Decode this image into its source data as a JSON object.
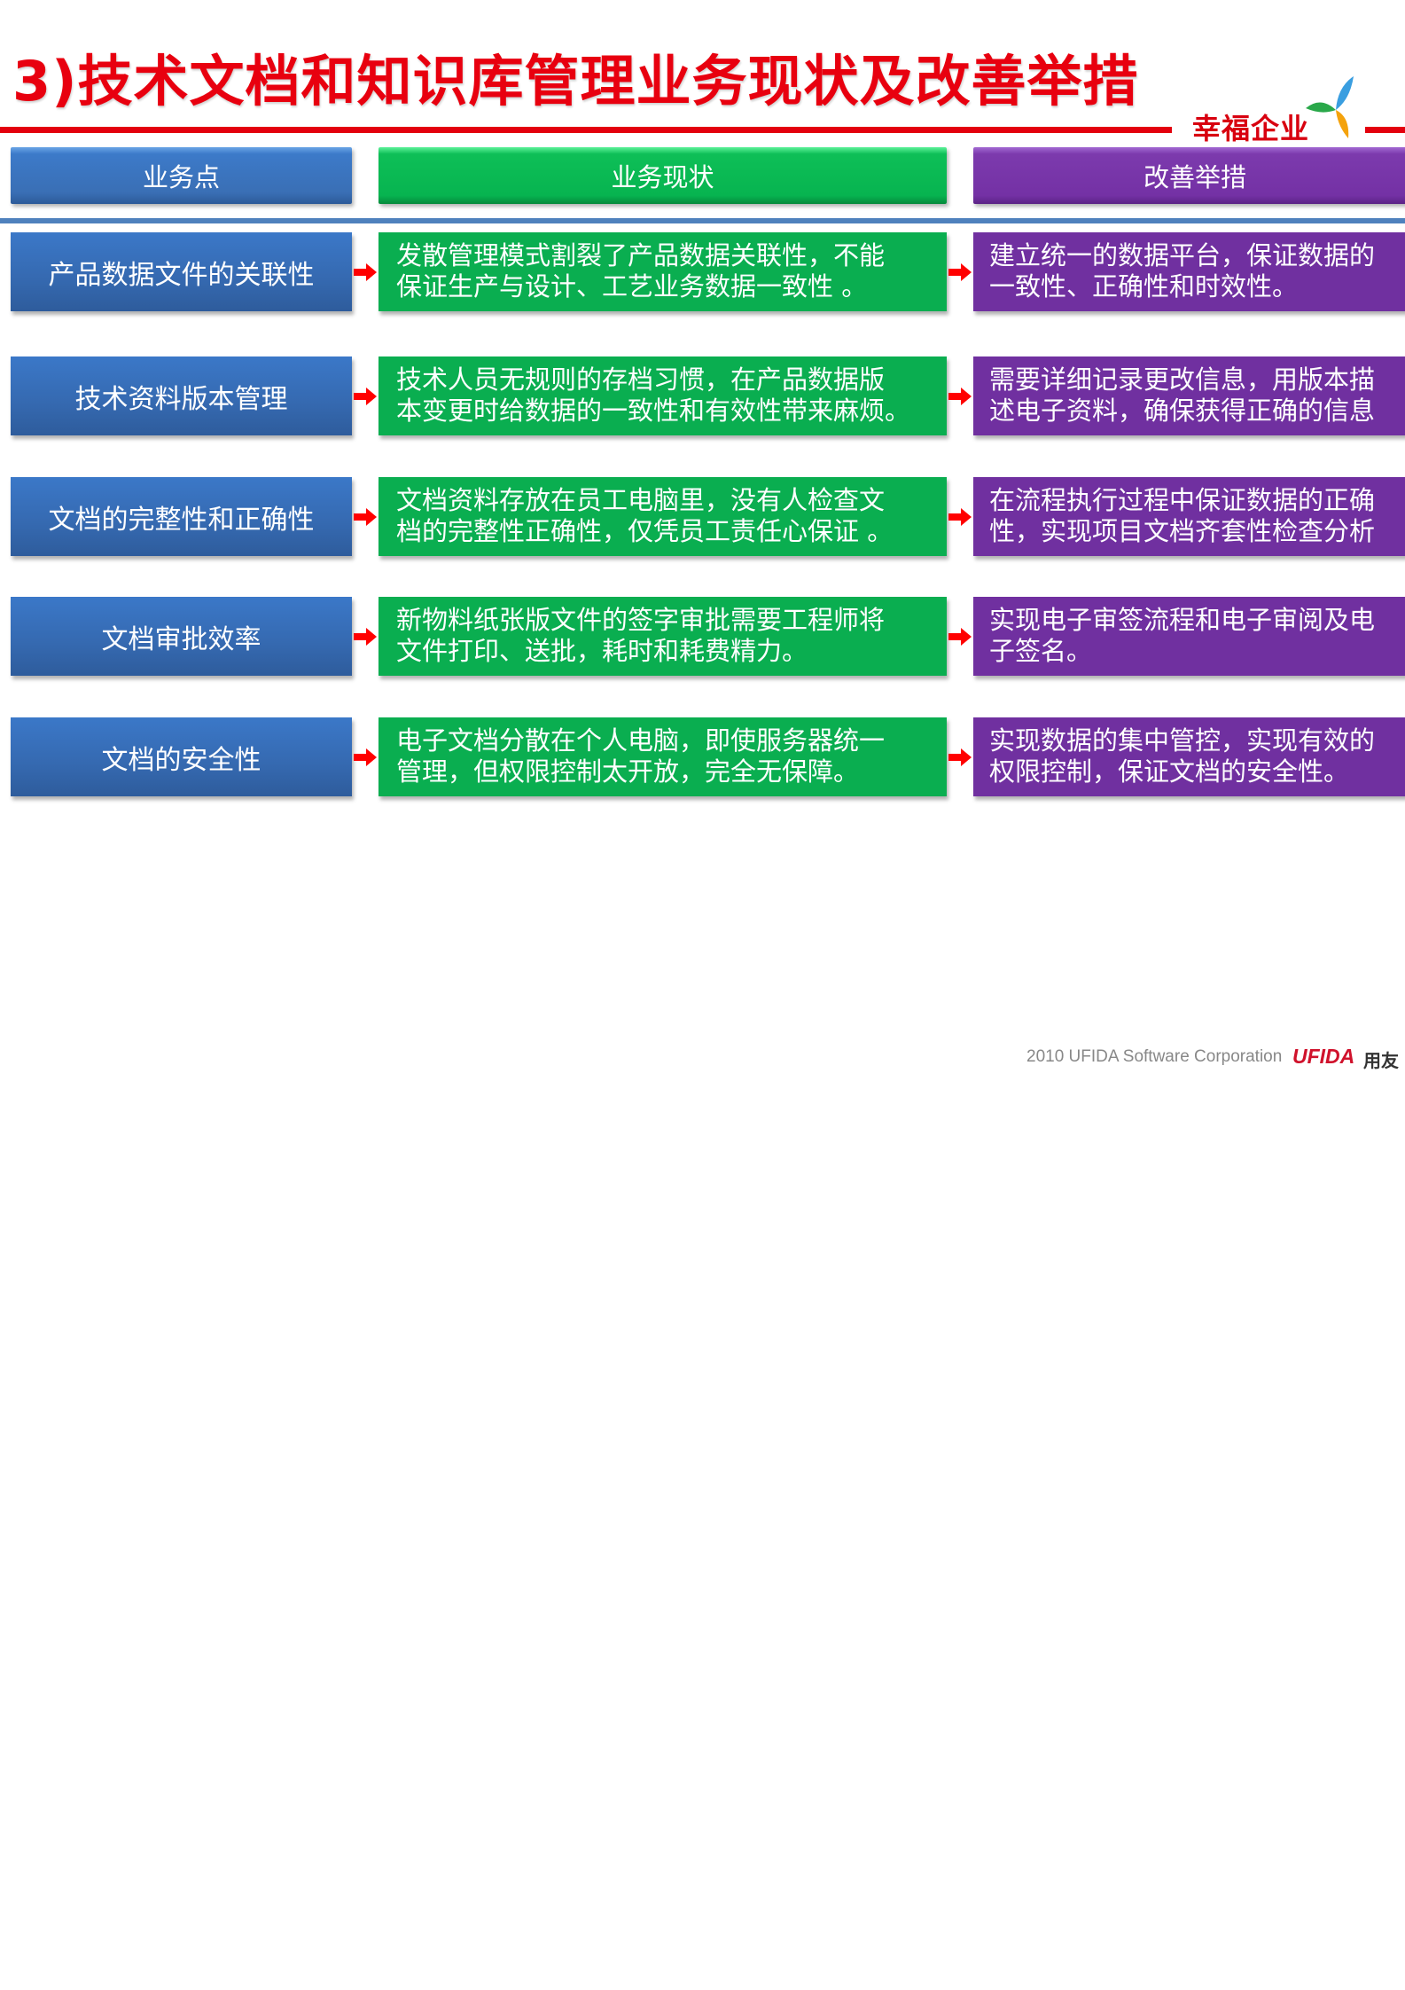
{
  "page": {
    "title": "3)技术文档和知识库管理业务现状及改善举措",
    "brand_text": "幸福企业",
    "colors": {
      "title_red": "#e8000f",
      "header_blue": "#3c7ac9",
      "header_green": "#07b450",
      "header_purple": "#7431a5",
      "separator_blue": "#4f81bd",
      "arrow_red": "#ff0000"
    }
  },
  "table": {
    "headers": [
      "业务点",
      "业务现状",
      "改善举措"
    ],
    "rows": [
      {
        "point": "产品数据文件的关联性",
        "status": [
          "发散管理模式割裂了产品数据关联性，不能",
          "保证生产与设计、工艺业务数据一致性 。"
        ],
        "measure": [
          "建立统一的数据平台，保证数据的",
          "一致性、正确性和时效性。"
        ]
      },
      {
        "point": "技术资料版本管理",
        "status": [
          "技术人员无规则的存档习惯，在产品数据版",
          "本变更时给数据的一致性和有效性带来麻烦。"
        ],
        "measure": [
          "需要详细记录更改信息，用版本描",
          "述电子资料，确保获得正确的信息"
        ]
      },
      {
        "point": "文档的完整性和正确性",
        "status": [
          "文档资料存放在员工电脑里，没有人检查文",
          "档的完整性正确性，仅凭员工责任心保证 。"
        ],
        "measure": [
          "在流程执行过程中保证数据的正确",
          "性，实现项目文档齐套性检查分析"
        ]
      },
      {
        "point": "文档审批效率",
        "status": [
          "新物料纸张版文件的签字审批需要工程师将",
          "文件打印、送批，耗时和耗费精力。"
        ],
        "measure": [
          "实现电子审签流程和电子审阅及电",
          "子签名。"
        ]
      },
      {
        "point": "文档的安全性",
        "status": [
          "电子文档分散在个人电脑，即使服务器统一",
          "管理，但权限控制太开放，完全无保障。"
        ],
        "measure": [
          "实现数据的集中管控，实现有效的",
          "权限控制，保证文档的安全性。"
        ]
      }
    ]
  },
  "footer": {
    "copyright": "2010 UFIDA Software Corporation",
    "logo_en": "UFIDA",
    "logo_cn": "用友"
  }
}
